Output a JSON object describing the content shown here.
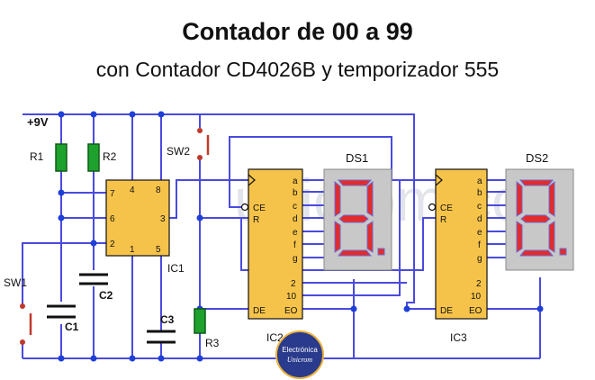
{
  "title": "Contador de 00 a 99",
  "subtitle": "con Contador CD4026B y temporizador 555",
  "watermark": "unicrom.com",
  "logo": {
    "line1": "Electrónica",
    "line2": "Unicrom"
  },
  "supply": "+9V",
  "components": {
    "r1": "R1",
    "r2": "R2",
    "r3": "R3",
    "sw1": "SW1",
    "sw2": "SW2",
    "c1": "C1",
    "c2": "C2",
    "c3": "C3",
    "ic1": "IC1",
    "ic2": "IC2",
    "ic3": "IC3",
    "ds1": "DS1",
    "ds2": "DS2"
  },
  "ic1_pins": {
    "p7": "7",
    "p4": "4",
    "p8": "8",
    "p6": "6",
    "p3": "3",
    "p2": "2",
    "p1": "1",
    "p5": "5"
  },
  "counter_pins": {
    "ce": "CE",
    "r": "R",
    "de": "DE",
    "eo": "EO",
    "outputs": [
      "a",
      "b",
      "c",
      "d",
      "e",
      "f",
      "g"
    ],
    "p2": "2",
    "p10": "10"
  },
  "colors": {
    "wire": "#4a4adf",
    "chip": "#f6c34a",
    "resistor": "#1ea12d",
    "display_bg": "#c8c8c8",
    "segment": "#e22b2b",
    "node": "#1f3fd6"
  }
}
